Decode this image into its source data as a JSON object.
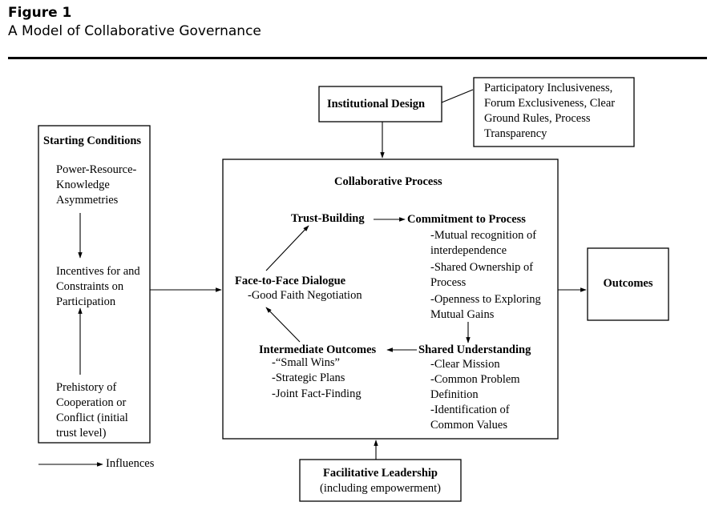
{
  "figure": {
    "label": "Figure 1",
    "title": "A Model of Collaborative Governance"
  },
  "starting_conditions": {
    "title": "Starting Conditions",
    "item1": [
      "Power-Resource-",
      "Knowledge",
      "Asymmetries"
    ],
    "item2": [
      "Incentives for and",
      "Constraints on",
      "Participation"
    ],
    "item3": [
      "Prehistory of",
      "Cooperation or",
      "Conflict (initial",
      "trust level)"
    ]
  },
  "institutional_design": {
    "title": "Institutional Design",
    "note": [
      "Participatory Inclusiveness,",
      "Forum Exclusiveness, Clear",
      "Ground Rules, Process",
      "Transparency"
    ]
  },
  "collaborative_process": {
    "title": "Collaborative Process",
    "trust_building": "Trust-Building",
    "commitment": {
      "title": "Commitment to Process",
      "items": [
        "-Mutual recognition of",
        "interdependence",
        "-Shared Ownership of",
        "Process",
        "-Openness to Exploring",
        "Mutual Gains"
      ]
    },
    "dialogue": {
      "title": "Face-to-Face Dialogue",
      "item": "-Good Faith Negotiation"
    },
    "shared_understanding": {
      "title": "Shared Understanding",
      "items": [
        "-Clear Mission",
        "-Common Problem",
        "Definition",
        "-Identification of",
        "Common Values"
      ]
    },
    "intermediate_outcomes": {
      "title": "Intermediate Outcomes",
      "items": [
        "-“Small Wins”",
        "-Strategic Plans",
        "-Joint Fact-Finding"
      ]
    }
  },
  "outcomes": {
    "title": "Outcomes"
  },
  "facilitative_leadership": {
    "title": "Facilitative Leadership",
    "subtitle": "(including empowerment)"
  },
  "legend": {
    "label": "Influences"
  }
}
